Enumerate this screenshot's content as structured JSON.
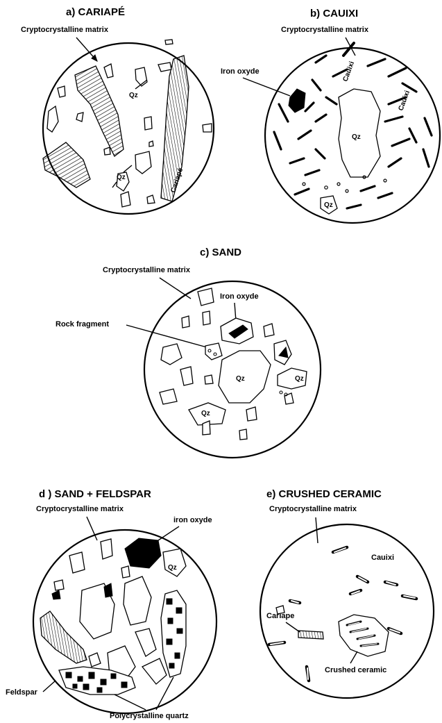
{
  "panels": {
    "a": {
      "title": "a) CARIAPÉ",
      "matrix": "Cryptocrystalline matrix",
      "qz1": "Qz",
      "qz2": "Qz",
      "cariape": "Cariapé"
    },
    "b": {
      "title": "b) CAUIXI",
      "matrix": "Cryptocrystalline matrix",
      "iron": "Iron oxyde",
      "cauixi1": "Cauixi",
      "cauixi2": "Cauixi",
      "qz1": "Qz",
      "qz2": "Qz"
    },
    "c": {
      "title": "c)  SAND",
      "matrix": "Cryptocrystalline  matrix",
      "iron": "Iron  oxyde",
      "rock": "Rock   fragment",
      "qz1": "Qz",
      "qz2": "Qz",
      "qz3": "Qz"
    },
    "d": {
      "title": "d )  SAND + FELDSPAR",
      "matrix": "Cryptocrystalline matrix",
      "iron": "iron oxyde",
      "qz": "Qz",
      "feldspar": "Feldspar",
      "polyqz": "Polycrystalline quartz"
    },
    "e": {
      "title": "e)   CRUSHED   CERAMIC",
      "matrix": "Cryptocrystalline matrix",
      "cauixi": "Cauixi",
      "cariape": "Cariape",
      "crushed": "Crushed ceramic"
    }
  }
}
